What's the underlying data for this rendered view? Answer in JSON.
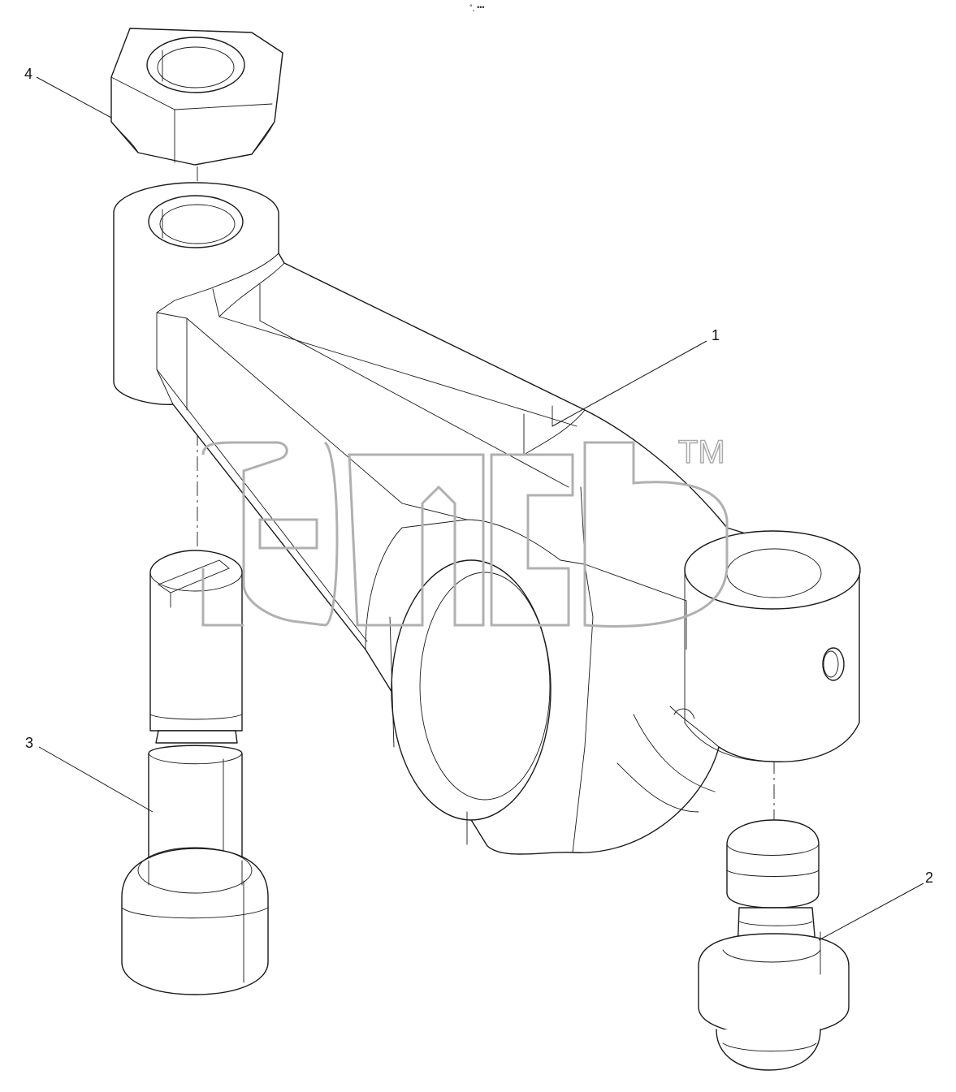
{
  "header": {
    "mark": "°¸ •••"
  },
  "callouts": [
    {
      "id": "1",
      "label": "1"
    },
    {
      "id": "2",
      "label": "2"
    },
    {
      "id": "3",
      "label": "3"
    },
    {
      "id": "4",
      "label": "4"
    }
  ],
  "watermark": {
    "trademark": "TM"
  },
  "colors": {
    "line": "#1a1a1a",
    "watermark": "#b0b0b0",
    "background": "#ffffff"
  }
}
